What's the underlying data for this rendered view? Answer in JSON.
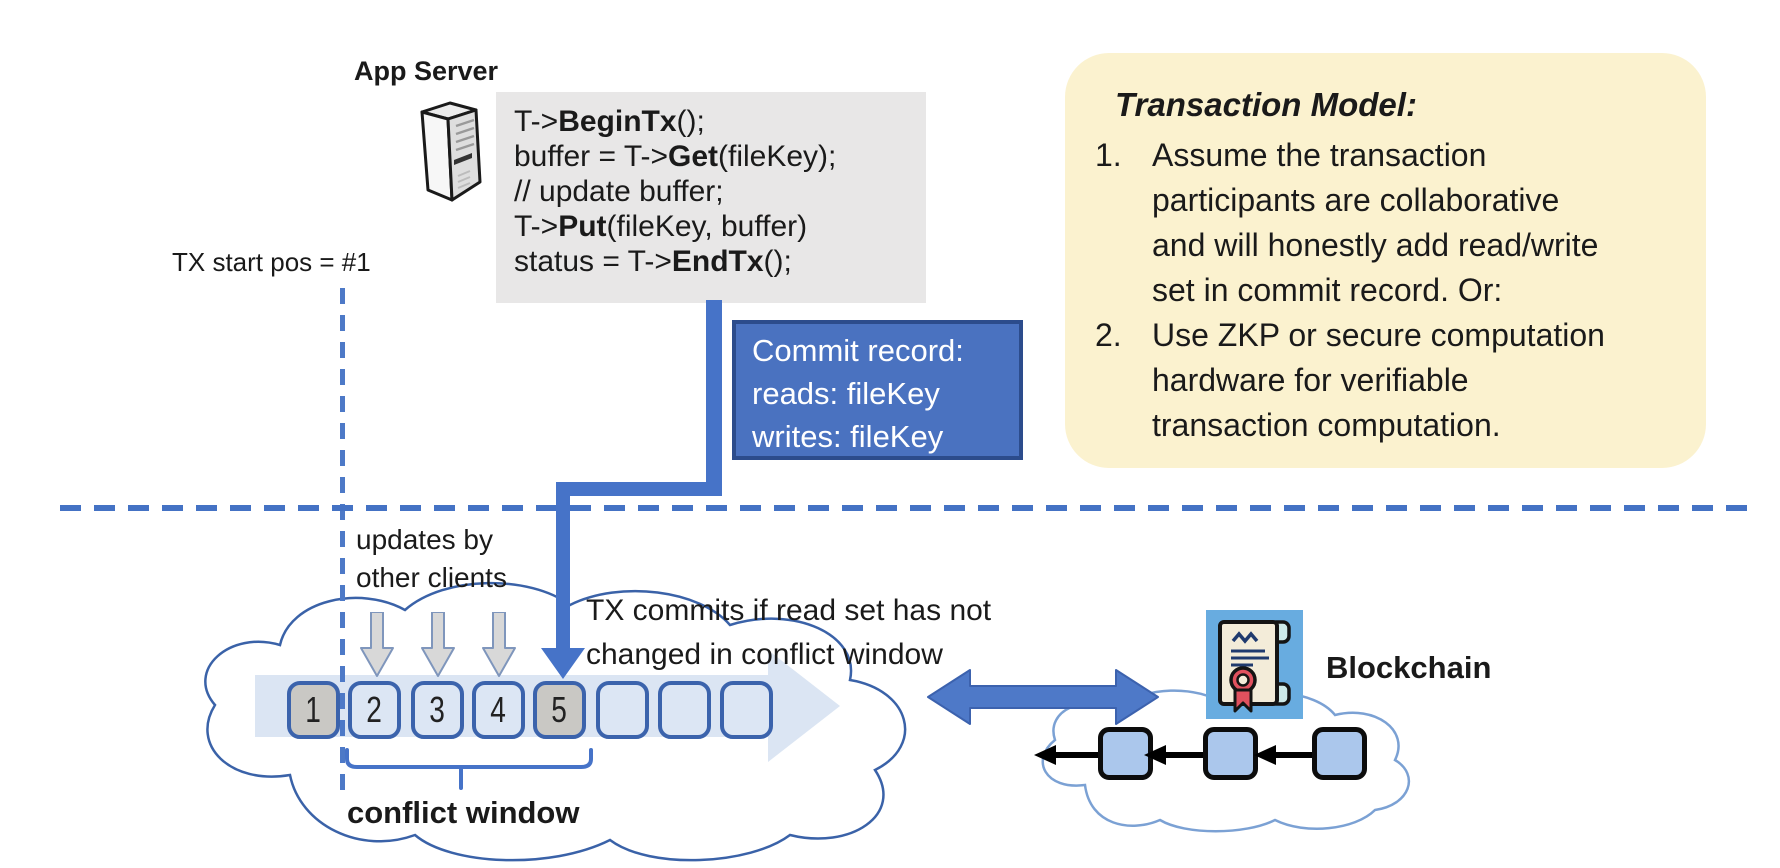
{
  "app_server": {
    "label": "App Server"
  },
  "code": {
    "lines": [
      {
        "pre": "T->",
        "bold": "BeginTx",
        "post": "();"
      },
      {
        "pre": "buffer = T->",
        "bold": "Get",
        "post": "(fileKey);"
      },
      {
        "pre": "// update buffer;",
        "bold": "",
        "post": ""
      },
      {
        "pre": "T->",
        "bold": "Put",
        "post": "(fileKey, buffer)"
      },
      {
        "pre": "status = T->",
        "bold": "EndTx",
        "post": "();"
      }
    ]
  },
  "tx_start_label": "TX start pos = #1",
  "commit_record": {
    "title": "Commit record:",
    "reads": "reads: fileKey",
    "writes": "writes: fileKey"
  },
  "transaction_model": {
    "title": "Transaction Model:",
    "items": [
      {
        "num": "1.",
        "text": "Assume the transaction\nparticipants are collaborative\nand will honestly add read/write\nset in commit record.  Or:"
      },
      {
        "num": "2.",
        "text": "Use ZKP or secure computation\nhardware for verifiable\ntransaction computation."
      }
    ]
  },
  "updates_label": "updates by\nother clients",
  "tx_commits_label": "TX commits if read set has not\nchanged in conflict window",
  "conflict_window_label": "conflict window",
  "blockchain_label": "Blockchain",
  "timeline": {
    "boxes": [
      {
        "label": "1"
      },
      {
        "label": "2"
      },
      {
        "label": "3"
      },
      {
        "label": "4"
      },
      {
        "label": "5"
      },
      {
        "label": ""
      },
      {
        "label": ""
      },
      {
        "label": ""
      }
    ],
    "highlighted_boxes": "1 and 5"
  },
  "icons": {
    "server": "server-tower-icon",
    "certificate": "certificate-scroll-icon",
    "clouds": "cloud-outline",
    "double_arrow": "left-right-arrow"
  },
  "colors": {
    "accent_blue": "#4472c4",
    "dark_blue_border": "#2c4c8c",
    "commit_fill": "#4a72c0",
    "light_box_fill": "#dce6f4",
    "gray_box_fill": "#c9c8c4",
    "band_fill": "#dbe5f3",
    "code_bg": "#e8e7e7",
    "model_bg": "#fbf2cf",
    "chain_block_fill": "#abc7ec",
    "left_cloud_stroke": "#3a62a8",
    "right_cloud_stroke": "#7ba1d4",
    "cert_bg": "#68ace0",
    "cert_seal_red": "#e0515e"
  }
}
